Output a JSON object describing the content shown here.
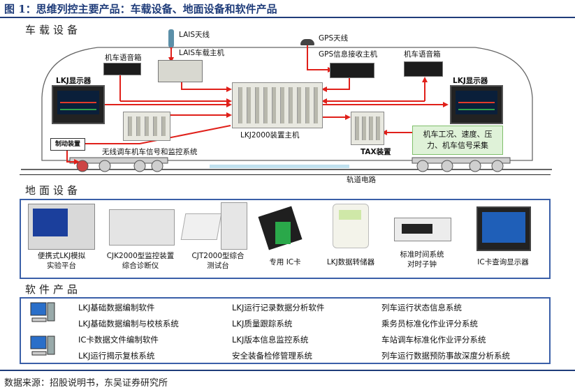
{
  "figure_title": "图 1：思维列控主要产品：车载设备、地面设备和软件产品",
  "vehicle": {
    "section_label": "车载设备",
    "lais_antenna": "LAIS天线",
    "lais_host": "LAIS车载主机",
    "gps_antenna": "GPS天线",
    "gps_receiver": "GPS信息接收主机",
    "voice_box_left": "机车语音箱",
    "voice_box_right": "机车语音箱",
    "lkj_display_left": "LKJ显示器",
    "lkj_display_right": "LKJ显示器",
    "lkj2000_host": "LKJ2000装置主机",
    "tax_device": "TAX装置",
    "wireless_system": "无线调车机车信号和监控系统",
    "brake_device": "制动装置",
    "collect_note": "机车工况、速度、压力、机车信号采集",
    "track_circuit": "轨道电路"
  },
  "ground": {
    "section_label": "地面设备",
    "items": [
      {
        "line1": "便携式LKJ模拟",
        "line2": "实验平台"
      },
      {
        "line1": "CJK2000型监控装置",
        "line2": "综合诊断仪"
      },
      {
        "line1": "CJT2000型综合",
        "line2": "测试台"
      },
      {
        "line1": "专用 IC卡",
        "line2": ""
      },
      {
        "line1": "LKJ数据转储器",
        "line2": ""
      },
      {
        "line1": "标准时间系统",
        "line2": "对时子钟"
      },
      {
        "line1": "IC卡查询显示器",
        "line2": ""
      }
    ]
  },
  "software": {
    "section_label": "软件产品",
    "col1": [
      "LKJ基础数据编制软件",
      "LKJ基础数据编制与校核系统",
      "IC卡数据文件编制软件",
      "LKJ运行揭示复核系统"
    ],
    "col2": [
      "LKJ运行记录数据分析软件",
      "LKJ质量跟踪系统",
      "LKJ版本信息监控系统",
      "安全装备检修管理系统"
    ],
    "col3": [
      "列车运行状态信息系统",
      "乘务员标准化作业评分系统",
      "车站调车标准化作业评分系统",
      "列车运行数据预防事故深度分析系统"
    ]
  },
  "source": "数据来源：招股说明书，东吴证券研究所",
  "colors": {
    "arrow": "#e0201a",
    "frame": "#3a5fa8",
    "title": "#1f3c7a"
  }
}
